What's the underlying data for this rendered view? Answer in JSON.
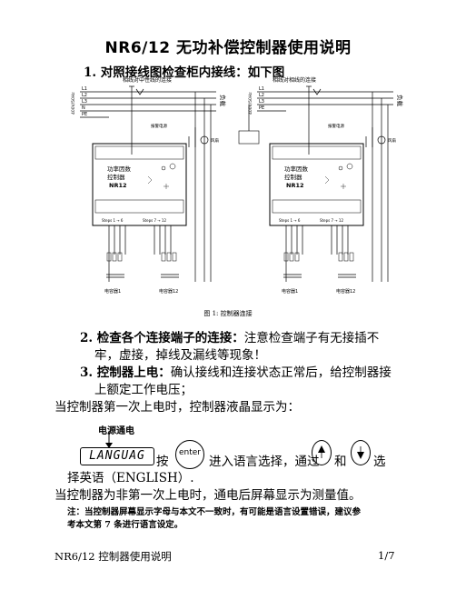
{
  "title": "NR6/12 无功补偿控制器使用说明",
  "section1": "1. 对照接线图检查柜内接线：如下图",
  "diagram": {
    "left_caption": "相线对中性线的连接",
    "right_caption": "相线对相线的连接",
    "lines_left": [
      "L1",
      "L2",
      "L3",
      "N",
      "PE"
    ],
    "lines_right": [
      "L1",
      "L2",
      "L3",
      "PE"
    ],
    "voltage_label": "400V/50Hz",
    "load_label": "负载",
    "alarm_label": "报警电源",
    "fan_label": "风扇",
    "controller_lines": [
      "功率因数",
      "控制器",
      "NR12"
    ],
    "steps_left": "Steps 1 → 6",
    "steps_right": "Steps 7 → 12",
    "cap_left": "电容器1",
    "cap_right": "电容器12",
    "figure_caption": "图 1: 控制器连接"
  },
  "item2_label": "2. 检查各个连接端子的连接：",
  "item2_text": "注意检查端子有无接插不",
  "item2_cont": "牢，虚接，掉线及漏线等现象！",
  "item3_label": "3. 控制器上电：",
  "item3_text": "确认接线和连接状态正常后，给控制器接",
  "item3_cont": "上额定工作电压；",
  "para1": "当控制器第一次上电时，控制器液晶显示为：",
  "power_on_label": "电源通电",
  "lcd_text": "LANGUAG",
  "press": "按",
  "enter_key": "enter",
  "enter_text": "进入语言选择，通过",
  "and": "和",
  "select": "选",
  "select_cont": "择英语（ENGLISH）.",
  "para2": "当控制器为非第一次上电时，通电后屏幕显示为测量值。",
  "note_label": "注：",
  "note_text": "当控制器屏幕显示字母与本文不一致时，有可能是语言设置错误，建议参",
  "note_cont": "考本文第 7 条进行语言设定。",
  "footer_left": "NR6/12 控制器使用说明",
  "footer_right": "1/7"
}
